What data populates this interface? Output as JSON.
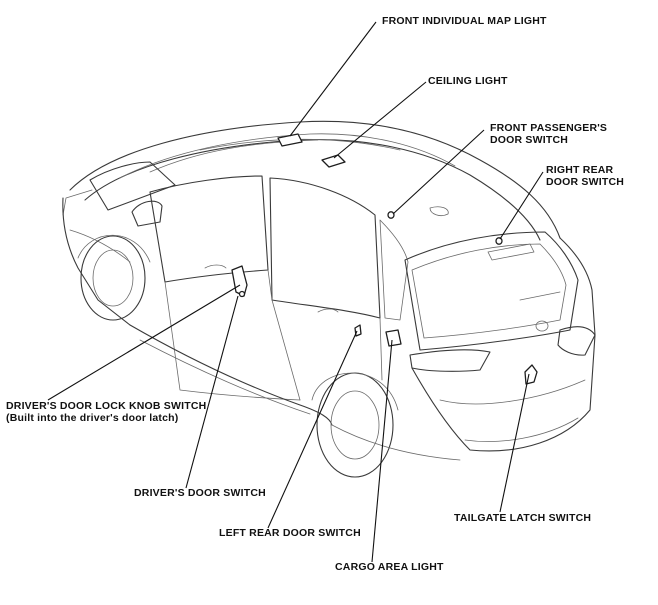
{
  "labels": {
    "front_map_light": "FRONT INDIVIDUAL MAP LIGHT",
    "ceiling_light": "CEILING LIGHT",
    "front_passenger_door_switch": [
      "FRONT PASSENGER'S",
      "DOOR SWITCH"
    ],
    "right_rear_door_switch": [
      "RIGHT REAR",
      "DOOR SWITCH"
    ],
    "door_lock_knob_switch": [
      "DRIVER'S DOOR LOCK KNOB SWITCH",
      "(Built into the driver's door latch)"
    ],
    "driver_door_switch": "DRIVER'S DOOR SWITCH",
    "left_rear_door_switch": "LEFT REAR DOOR SWITCH",
    "cargo_area_light": "CARGO AREA LIGHT",
    "tailgate_latch_switch": "TAILGATE LATCH SWITCH"
  },
  "colors": {
    "line": "#111111",
    "car_outline": "#3a3a3a",
    "background": "#ffffff"
  }
}
